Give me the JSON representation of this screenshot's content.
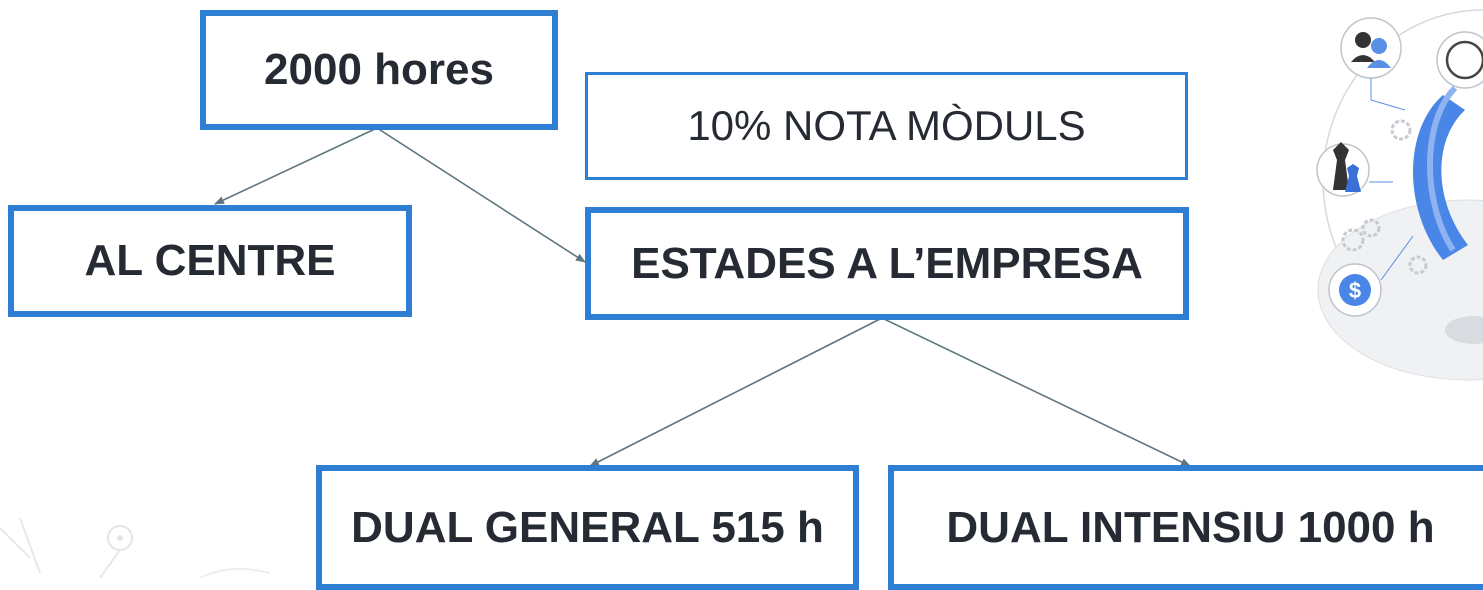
{
  "diagram": {
    "top_node": "2000 hores",
    "side_note": "10% NOTA MÒDULS",
    "left_node": "AL CENTRE",
    "right_node": "ESTADES A L’EMPRESA",
    "leaf_general": "DUAL GENERAL 515 h",
    "leaf_intensiu": "DUAL INTENSIU 1000 h",
    "edges": [
      {
        "from": "2000 hores",
        "to": "AL CENTRE"
      },
      {
        "from": "2000 hores",
        "to": "ESTADES A L’EMPRESA"
      },
      {
        "from": "ESTADES A L’EMPRESA",
        "to": "DUAL GENERAL 515 h"
      },
      {
        "from": "ESTADES A L’EMPRESA",
        "to": "DUAL INTENSIU 1000 h"
      }
    ]
  },
  "colors": {
    "box_border": "#2e7fd3",
    "text": "#262b33",
    "connector": "#5f7680"
  },
  "illustration": {
    "icons": [
      "user-group-icon",
      "chess-pieces-icon",
      "dollar-coin-icon",
      "gear-icon",
      "shield-icon"
    ]
  }
}
